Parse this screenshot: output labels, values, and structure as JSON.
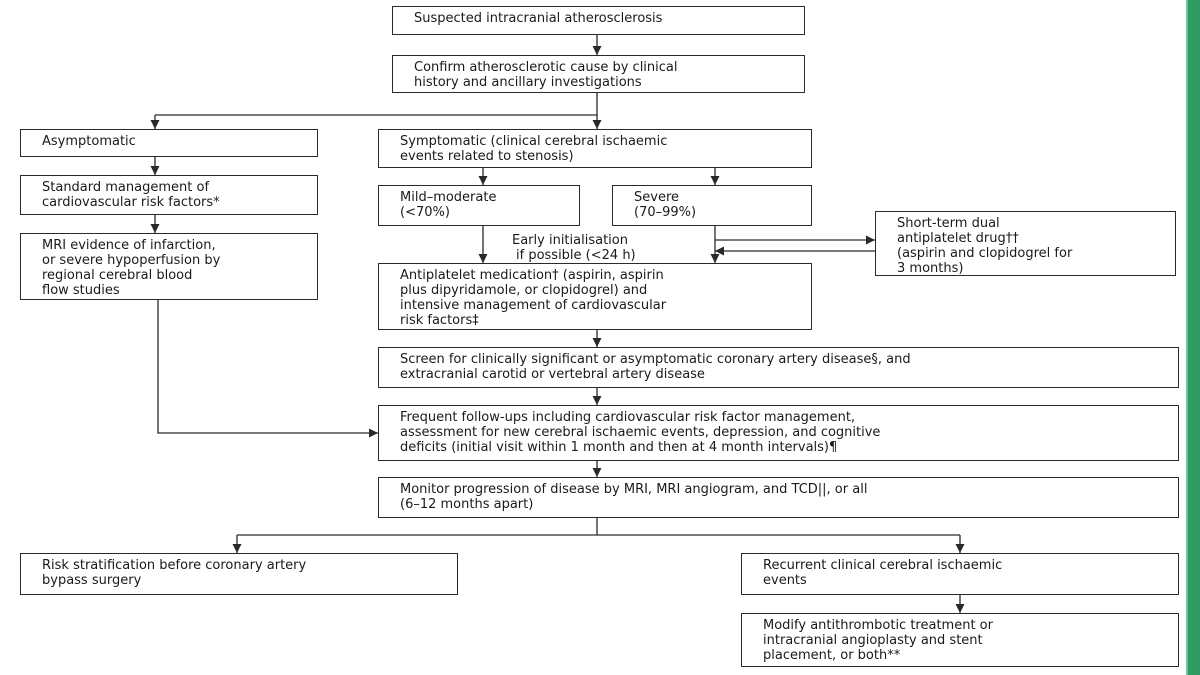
{
  "boxes": {
    "suspected": [
      "Suspected intracranial atherosclerosis"
    ],
    "confirm": [
      "Confirm atherosclerotic cause by clinical",
      "history and ancillary investigations"
    ],
    "asymptomatic": [
      "Asymptomatic"
    ],
    "symptomatic": [
      "Symptomatic (clinical cerebral ischaemic",
      "events related to stenosis)"
    ],
    "standard": [
      "Standard management of",
      "cardiovascular risk factors*"
    ],
    "mild": [
      "Mild–moderate",
      "(<70%)"
    ],
    "severe": [
      "Severe",
      "(70–99%)"
    ],
    "shortterm": [
      "Short-term dual",
      "antiplatelet drug††",
      "(aspirin and clopidogrel for",
      "3 months)"
    ],
    "mri": [
      "MRI evidence of infarction,",
      "or severe hypoperfusion by",
      "regional cerebral blood",
      "flow studies"
    ],
    "antiplatelet": [
      "Antiplatelet medication† (aspirin, aspirin",
      "plus dipyridamole, or clopidogrel) and",
      "intensive management of cardiovascular",
      "risk factors‡"
    ],
    "screen": [
      "Screen for clinically significant or asymptomatic coronary artery disease§, and",
      "extracranial carotid or vertebral artery disease"
    ],
    "followup": [
      "Frequent follow-ups including cardiovascular risk factor management,",
      "assessment for new cerebral ischaemic events, depression, and cognitive",
      "deficits (initial visit within 1 month and then at 4 month intervals)¶"
    ],
    "monitor": [
      "Monitor progression of disease by MRI, MRI angiogram, and TCD||, or all",
      "(6–12 months apart)"
    ],
    "riskstrat": [
      "Risk stratification before coronary artery",
      "bypass surgery"
    ],
    "recurrent": [
      "Recurrent clinical cerebral ischaemic",
      "events"
    ],
    "modify": [
      "Modify antithrombotic treatment or",
      "intracranial angioplasty and stent",
      "placement, or both**"
    ]
  },
  "note": {
    "early": [
      "Early initialisation",
      "if possible (<24 h)"
    ]
  }
}
